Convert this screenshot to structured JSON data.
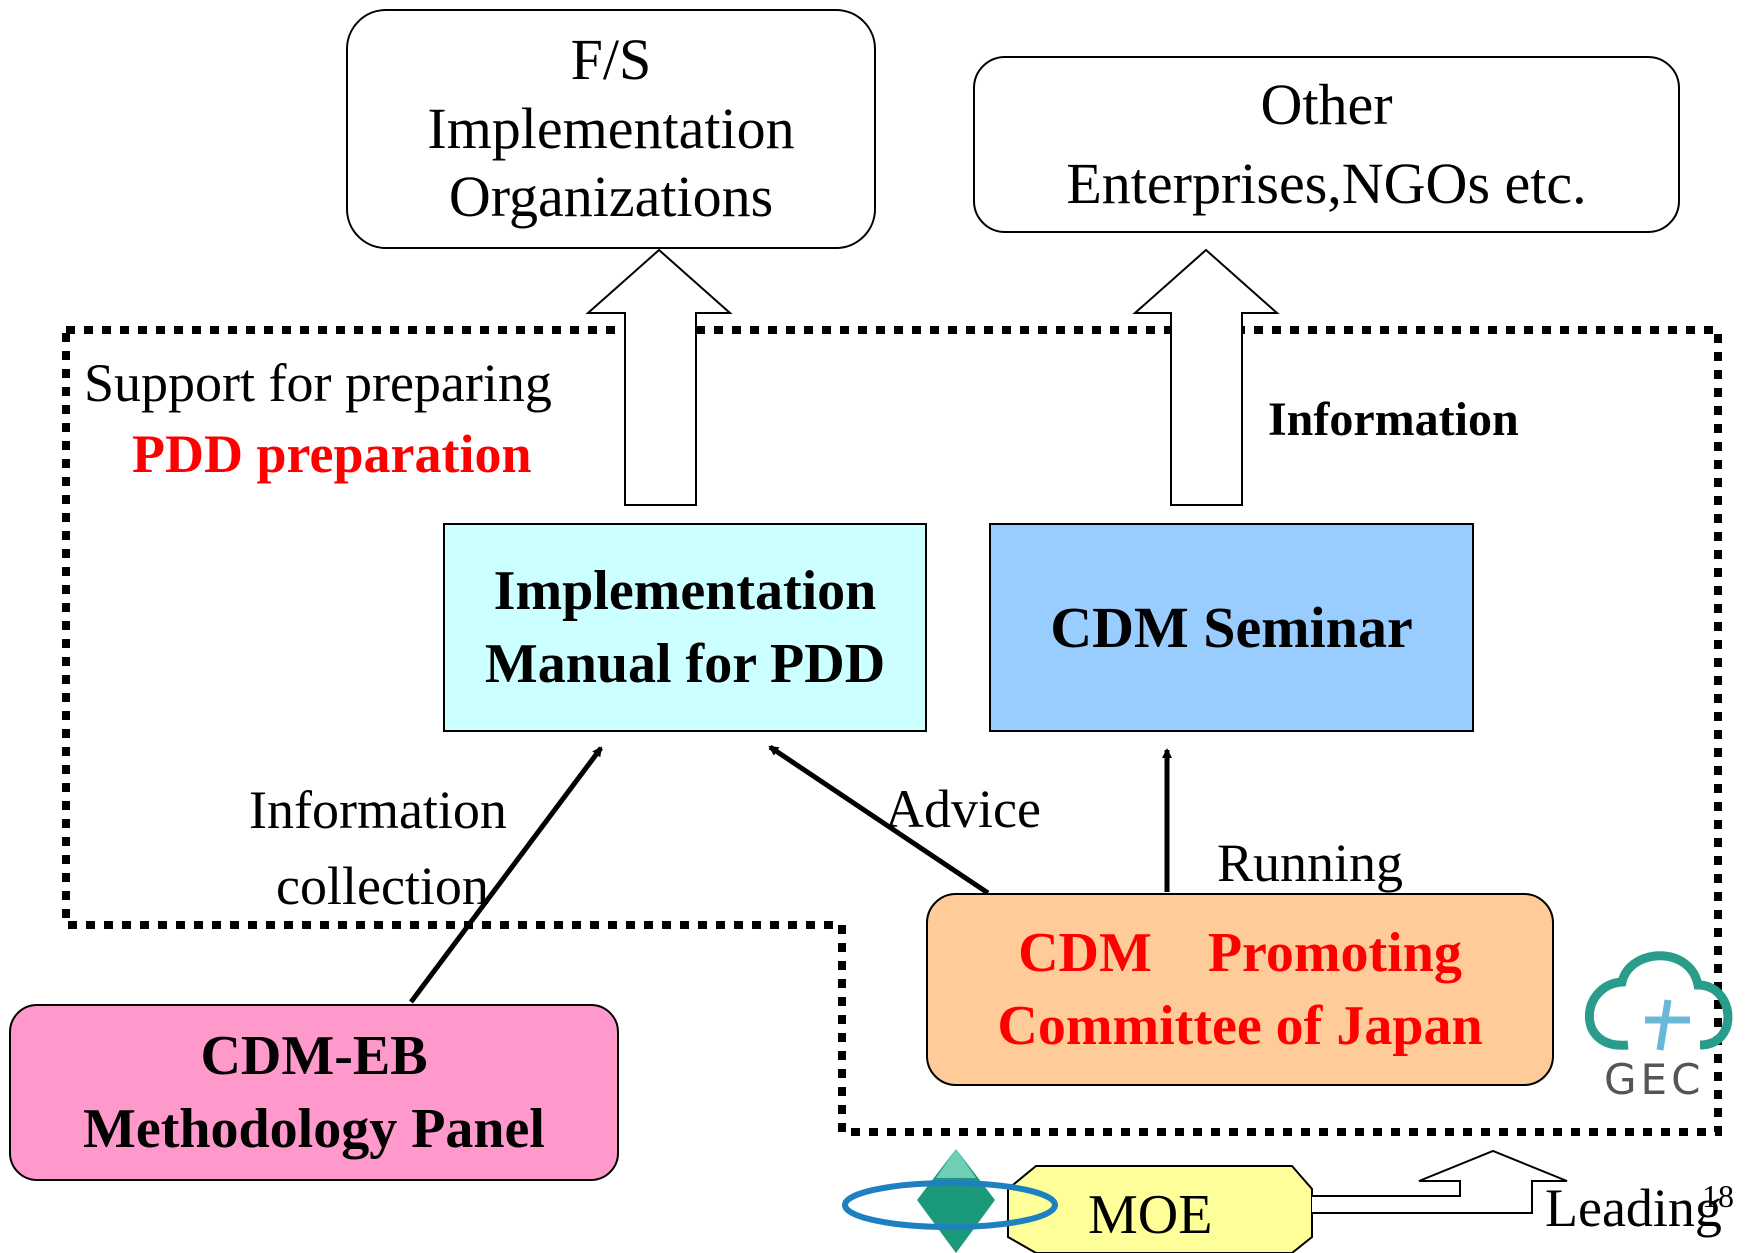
{
  "nodes": {
    "fs_org": {
      "lines": [
        "F/S",
        "Implementation",
        "Organizations"
      ],
      "fill": "#ffffff"
    },
    "other_ent": {
      "lines": [
        "Other",
        "Enterprises,NGOs etc."
      ],
      "fill": "#ffffff"
    },
    "impl_manual": {
      "lines": [
        "Implementation",
        "Manual for PDD"
      ],
      "fill": "#ccffff"
    },
    "cdm_seminar": {
      "lines": [
        "CDM Seminar"
      ],
      "fill": "#99ccff"
    },
    "cdm_eb": {
      "lines": [
        "CDM-EB",
        "Methodology Panel"
      ],
      "fill": "#ff99cc"
    },
    "cdm_promoting": {
      "lines": [
        "CDM　Promoting",
        "Committee of Japan"
      ],
      "fill": "#ffcc99",
      "text_color": "#ff0000"
    },
    "moe": {
      "label": "MOE",
      "fill": "#ffff99"
    }
  },
  "labels": {
    "support_title": "Support for preparing",
    "pdd_preparation": "PDD preparation",
    "information": "Information",
    "info_collection": [
      "Information",
      "collection"
    ],
    "advice": "Advice",
    "running": "Running",
    "leading": "Leading",
    "page_number": "18"
  },
  "logos": {
    "gec": {
      "text": "GEC",
      "color": "#2a9c8c"
    },
    "moe_logo": {
      "color": "#1a9a7a"
    }
  },
  "colors": {
    "accent_red": "#ff0000",
    "line": "#000000"
  }
}
